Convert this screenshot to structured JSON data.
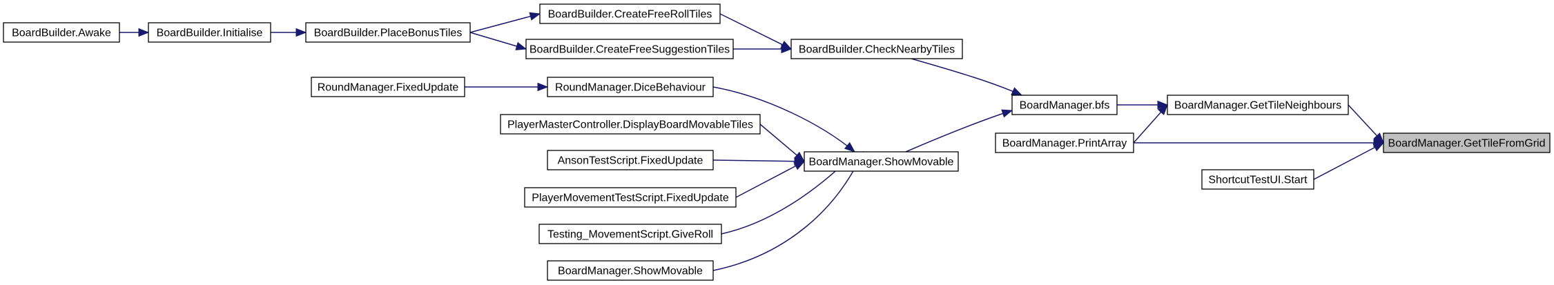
{
  "diagram": {
    "colors": {
      "edge": "#191970",
      "node_border": "#000000",
      "node_fill": "#ffffff",
      "highlight_fill": "#bfbfbf"
    },
    "nodes": [
      {
        "id": "bb-awake",
        "label": "BoardBuilder.Awake"
      },
      {
        "id": "bb-initialise",
        "label": "BoardBuilder.Initialise"
      },
      {
        "id": "bb-placebonustiles",
        "label": "BoardBuilder.PlaceBonusTiles"
      },
      {
        "id": "bb-createfreerolltiles",
        "label": "BoardBuilder.CreateFreeRollTiles"
      },
      {
        "id": "bb-createfreesuggestiontiles",
        "label": "BoardBuilder.CreateFreeSuggestionTiles"
      },
      {
        "id": "bb-checknearbytiles",
        "label": "BoardBuilder.CheckNearbyTiles"
      },
      {
        "id": "rm-fixedupdate",
        "label": "RoundManager.FixedUpdate"
      },
      {
        "id": "rm-dicebehaviour",
        "label": "RoundManager.DiceBehaviour"
      },
      {
        "id": "pmc-displayboardmovabletiles",
        "label": "PlayerMasterController.DisplayBoardMovableTiles"
      },
      {
        "id": "ats-fixedupdate",
        "label": "AnsonTestScript.FixedUpdate"
      },
      {
        "id": "pmts-fixedupdate",
        "label": "PlayerMovementTestScript.FixedUpdate"
      },
      {
        "id": "tms-giveroll",
        "label": "Testing_MovementScript.GiveRoll"
      },
      {
        "id": "bm-showmovable-2",
        "label": "BoardManager.ShowMovable"
      },
      {
        "id": "bm-showmovable",
        "label": "BoardManager.ShowMovable"
      },
      {
        "id": "bm-bfs",
        "label": "BoardManager.bfs"
      },
      {
        "id": "bm-printarray",
        "label": "BoardManager.PrintArray"
      },
      {
        "id": "bm-gettileneighbours",
        "label": "BoardManager.GetTileNeighbours"
      },
      {
        "id": "stu-start",
        "label": "ShortcutTestUI.Start"
      },
      {
        "id": "bm-gettilefromgrid",
        "label": "BoardManager.GetTileFromGrid",
        "highlight": true
      }
    ],
    "edges": [
      {
        "from": "bb-awake",
        "to": "bb-initialise"
      },
      {
        "from": "bb-initialise",
        "to": "bb-placebonustiles"
      },
      {
        "from": "bb-placebonustiles",
        "to": "bb-createfreerolltiles"
      },
      {
        "from": "bb-placebonustiles",
        "to": "bb-createfreesuggestiontiles"
      },
      {
        "from": "bb-createfreerolltiles",
        "to": "bb-checknearbytiles"
      },
      {
        "from": "bb-createfreesuggestiontiles",
        "to": "bb-checknearbytiles"
      },
      {
        "from": "bb-checknearbytiles",
        "to": "bm-bfs"
      },
      {
        "from": "rm-fixedupdate",
        "to": "rm-dicebehaviour"
      },
      {
        "from": "rm-dicebehaviour",
        "to": "bm-showmovable"
      },
      {
        "from": "pmc-displayboardmovabletiles",
        "to": "bm-showmovable"
      },
      {
        "from": "ats-fixedupdate",
        "to": "bm-showmovable"
      },
      {
        "from": "pmts-fixedupdate",
        "to": "bm-showmovable"
      },
      {
        "from": "tms-giveroll",
        "to": "bm-showmovable"
      },
      {
        "from": "bm-showmovable-2",
        "to": "bm-showmovable"
      },
      {
        "from": "bm-showmovable",
        "to": "bm-bfs"
      },
      {
        "from": "bm-bfs",
        "to": "bm-gettileneighbours"
      },
      {
        "from": "bm-printarray",
        "to": "bm-gettileneighbours"
      },
      {
        "from": "bm-gettileneighbours",
        "to": "bm-gettilefromgrid"
      },
      {
        "from": "bm-printarray",
        "to": "bm-gettilefromgrid"
      },
      {
        "from": "stu-start",
        "to": "bm-gettilefromgrid"
      }
    ]
  }
}
